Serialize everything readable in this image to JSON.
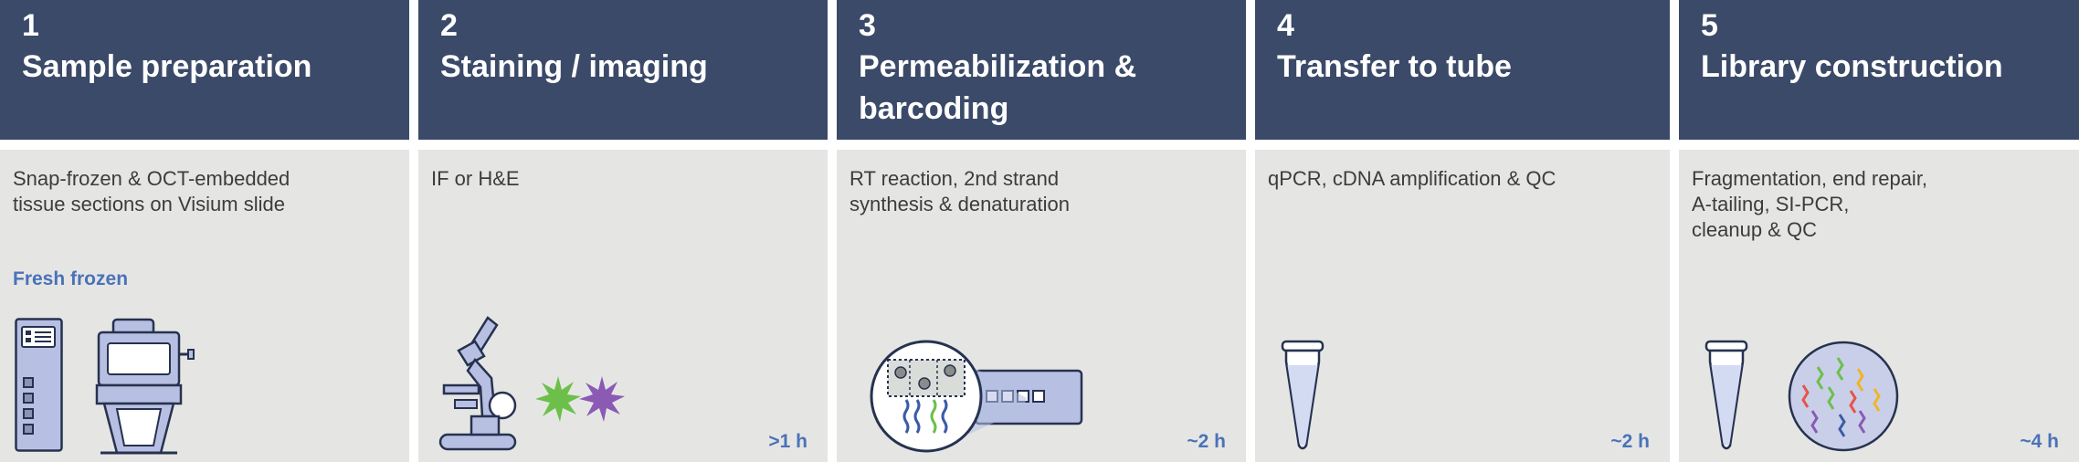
{
  "colors": {
    "header_bg": "#3b4a68",
    "panel_bg": "#e5e6e4",
    "accent": "#4a72b8",
    "illustration_fill": "#b7c0e3",
    "illustration_stroke": "#26324f"
  },
  "steps": [
    {
      "number": "1",
      "title": "Sample preparation",
      "description": "Snap-frozen & OCT-embedded\ntissue sections on Visium slide",
      "sublabel": "Fresh frozen",
      "time": "",
      "icons": [
        "slide-rack-icon",
        "cryostat-icon"
      ]
    },
    {
      "number": "2",
      "title": "Staining / imaging",
      "description": "IF or H&E",
      "time": ">1 h",
      "icons": [
        "microscope-icon",
        "green-star-icon",
        "purple-star-icon"
      ]
    },
    {
      "number": "3",
      "title": "Permeabilization & barcoding",
      "description": "RT reaction, 2nd strand\nsynthesis & denaturation",
      "time": "~2 h",
      "icons": [
        "tissue-magnifier-icon",
        "visium-slide-icon"
      ]
    },
    {
      "number": "4",
      "title": "Transfer to tube",
      "description": "qPCR, cDNA amplification & QC",
      "time": "~2 h",
      "icons": [
        "tube-icon"
      ]
    },
    {
      "number": "5",
      "title": "Library construction",
      "description": "Fragmentation, end repair,\nA-tailing, SI-PCR,\ncleanup & QC",
      "time": "~4 h",
      "icons": [
        "tube-icon",
        "library-fragments-icon"
      ]
    }
  ]
}
